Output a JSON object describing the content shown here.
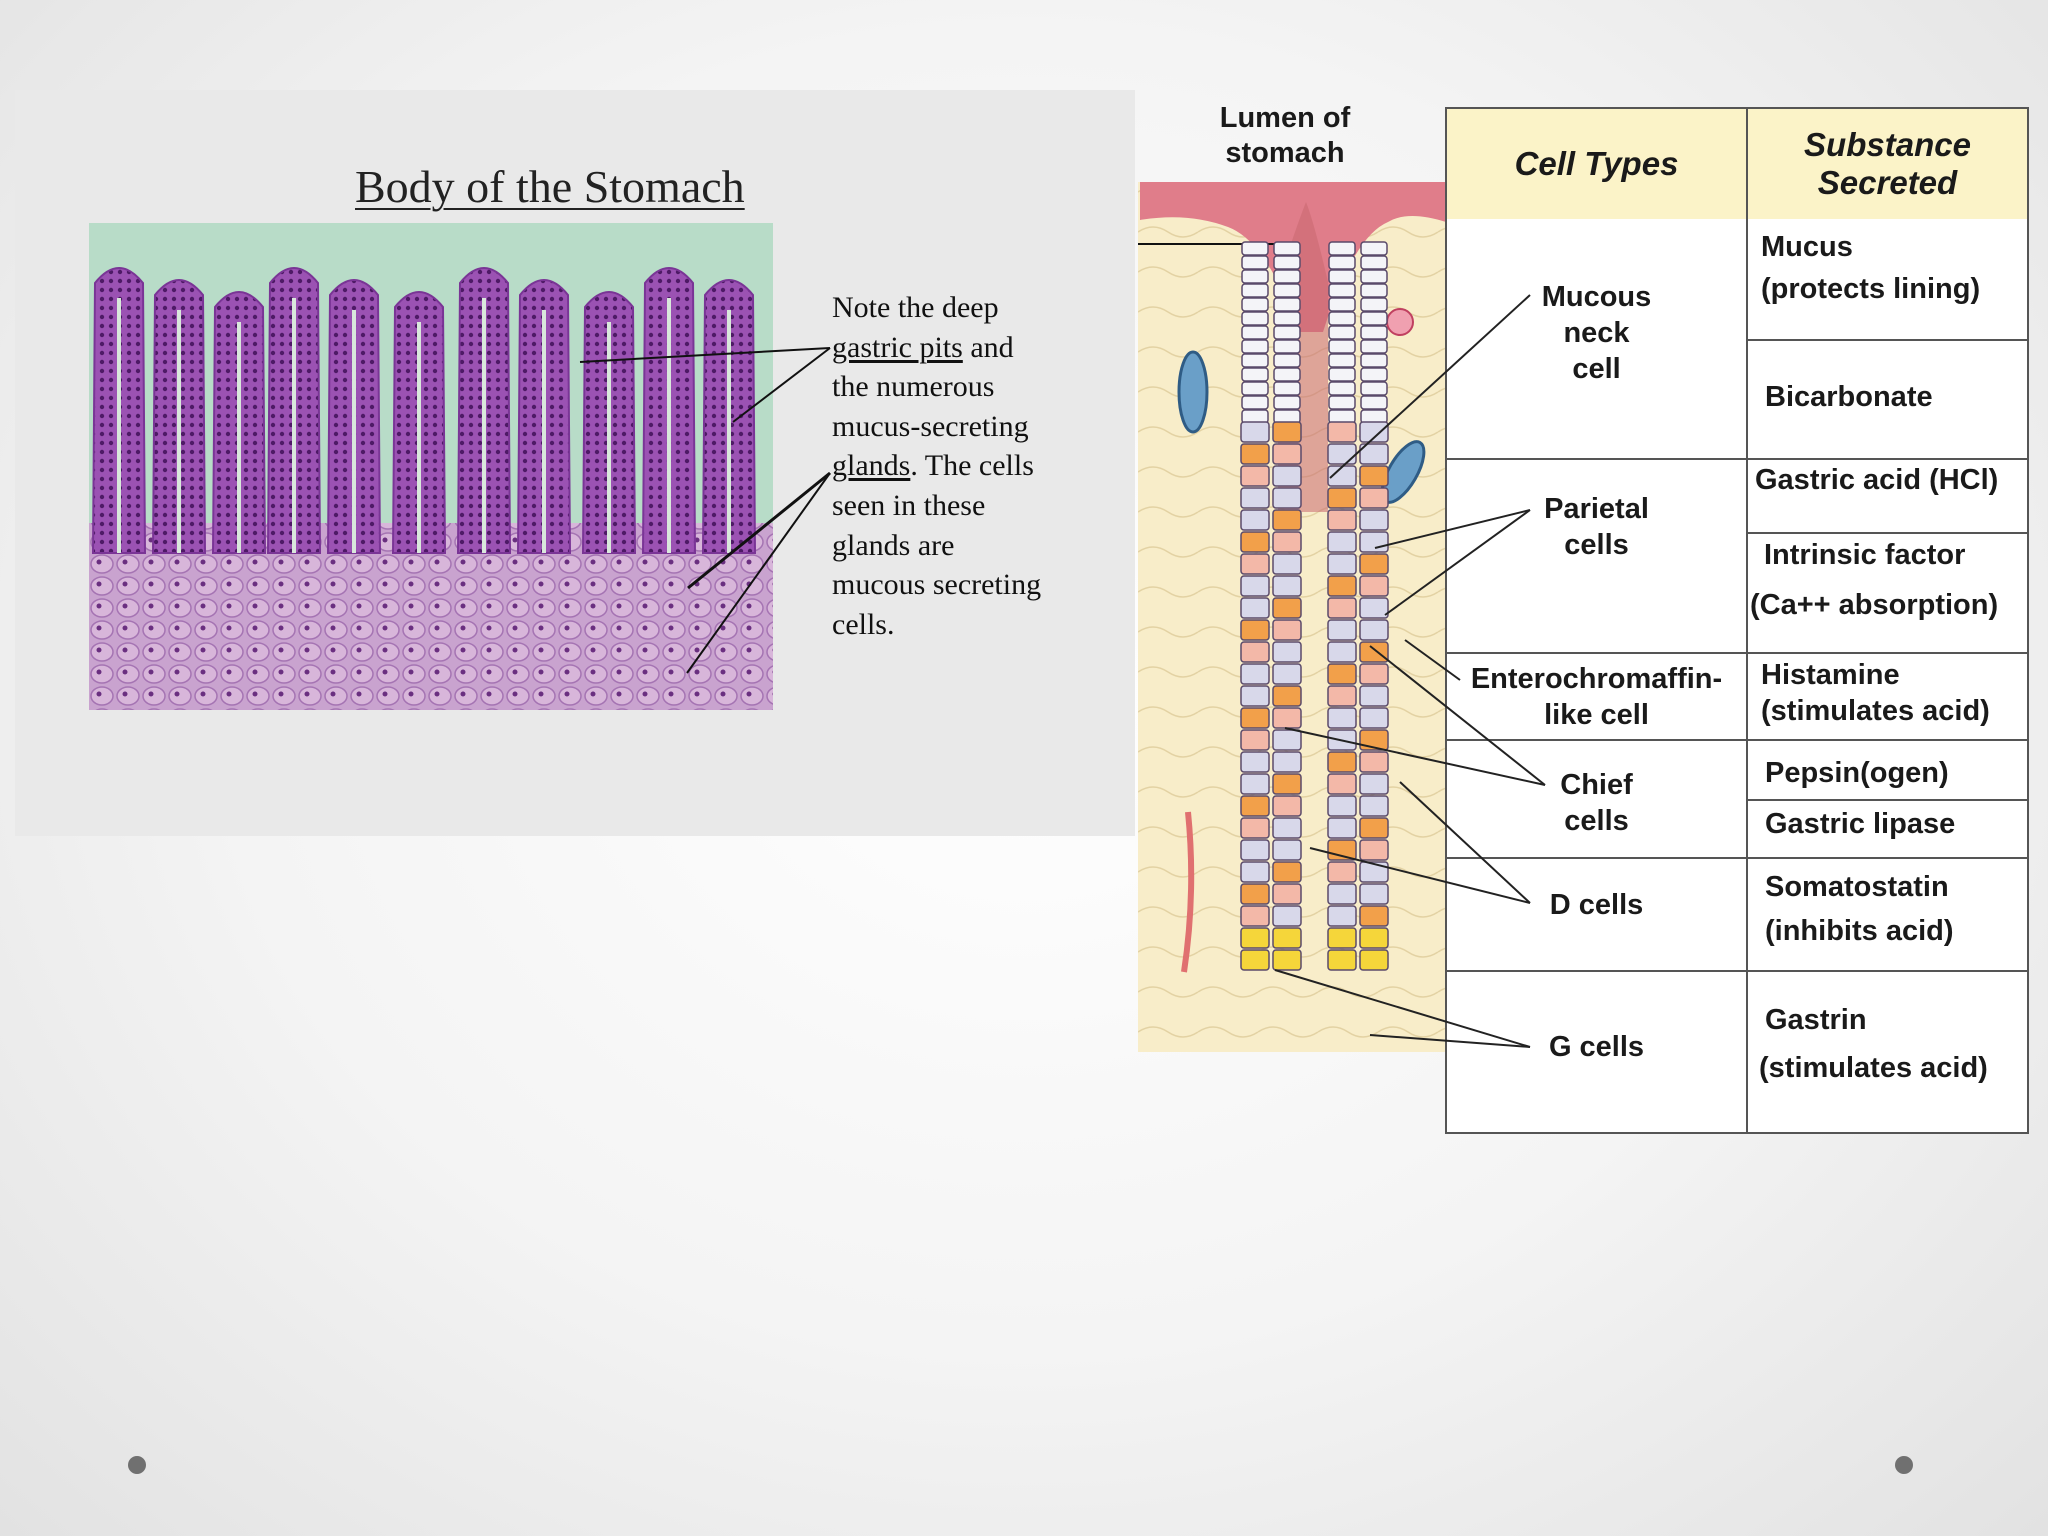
{
  "left_panel": {
    "title": "Body of the Stomach",
    "note": {
      "line1": "Note the deep",
      "gastric_pits": "gastric pits",
      "line2_rest": " and",
      "line3": "the numerous",
      "line4": "mucus-secreting",
      "glands": "glands",
      "line5_rest": ". The cells",
      "line6": "seen in these",
      "line7": "glands are",
      "line8": "mucous secreting",
      "line9": "cells."
    }
  },
  "diagram": {
    "lumen_label_1": "Lumen of",
    "lumen_label_2": "stomach",
    "table": {
      "header_cell_types": "Cell Types",
      "header_substance_1": "Substance",
      "header_substance_2": "Secreted",
      "rows": [
        {
          "cell_lines": [
            "Mucous",
            "neck",
            "cell"
          ],
          "substances": [
            [
              "Mucus",
              "(protects lining)"
            ],
            [
              "Bicarbonate"
            ]
          ]
        },
        {
          "cell_lines": [
            "Parietal",
            "cells"
          ],
          "substances": [
            [
              "Gastric acid (HCl)"
            ],
            [
              "Intrinsic factor",
              "(Ca++ absorption)"
            ]
          ]
        },
        {
          "cell_lines": [
            "Enterochromaffin-",
            "like cell"
          ],
          "substances": [
            [
              "Histamine",
              "(stimulates acid)"
            ]
          ]
        },
        {
          "cell_lines": [
            "Chief",
            "cells"
          ],
          "substances": [
            [
              "Pepsin(ogen)"
            ],
            [
              "Gastric lipase"
            ]
          ]
        },
        {
          "cell_lines": [
            "D cells"
          ],
          "substances": [
            [
              "Somatostatin",
              "(inhibits acid)"
            ]
          ]
        },
        {
          "cell_lines": [
            "G cells"
          ],
          "substances": [
            [
              "Gastrin",
              "(stimulates acid)"
            ]
          ]
        }
      ]
    }
  },
  "colors": {
    "micro_background": "#b8dcc8",
    "stain_purple": "#9a4fb0",
    "parietal_orange": "#f2a04a",
    "g_cell_yellow": "#f5d63a",
    "lumen_pink": "#e07d8a",
    "table_header_bg": "#fbf3c8"
  },
  "icons": [
    "slide-bullet-dot-left",
    "slide-bullet-dot-right"
  ]
}
